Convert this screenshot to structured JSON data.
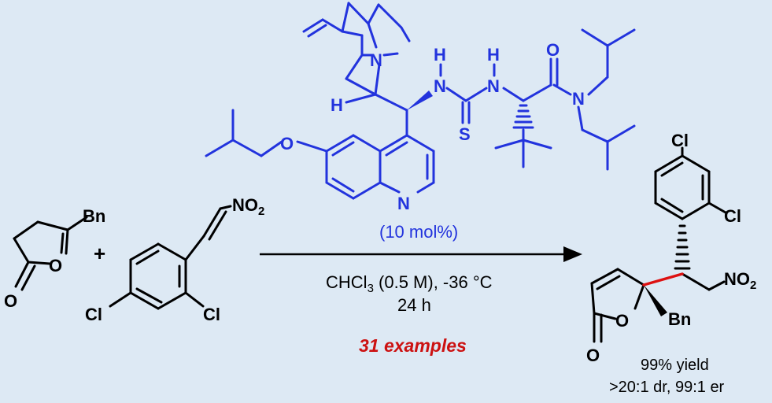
{
  "reactant_a": {
    "substituent": "Bn",
    "ring_oxygen": "O",
    "carbonyl_oxygen": "O"
  },
  "plus_sign": "+",
  "reactant_b": {
    "nitro_group": "NO2",
    "chloro_para": "Cl",
    "chloro_ortho": "Cl"
  },
  "catalyst": {
    "color": "#2233dd",
    "atoms": {
      "quinuclidine_n": "N",
      "stereo_h": "H",
      "ether_o": "O",
      "quinoline_n": "N",
      "nh_left_n": "N",
      "nh_left_h": "H",
      "nh_right_n": "N",
      "nh_right_h": "H",
      "thio_s": "S",
      "amide_o": "O",
      "amide_n": "N"
    },
    "loading": "(10 mol%)"
  },
  "conditions": {
    "solvent": "CHCl3 (0.5 M), -36 °C",
    "time": "24 h"
  },
  "examples": {
    "text": "31 examples",
    "color": "#cc1111"
  },
  "product": {
    "aryl_cl_para": "Cl",
    "aryl_cl_ortho": "Cl",
    "nitro_group": "NO2",
    "ring_oxygen": "O",
    "carbonyl_oxygen": "O",
    "substituent": "Bn",
    "new_bond_color": "#dd1111"
  },
  "results": {
    "yield": "99% yield",
    "selectivity": ">20:1 dr, 99:1 er"
  }
}
